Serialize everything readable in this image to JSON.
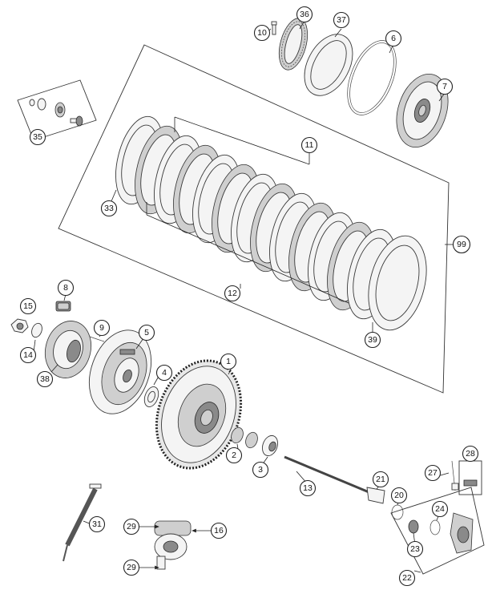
{
  "callouts": [
    {
      "label": "1"
    },
    {
      "label": "2"
    },
    {
      "label": "3"
    },
    {
      "label": "4"
    },
    {
      "label": "5"
    },
    {
      "label": "6"
    },
    {
      "label": "7"
    },
    {
      "label": "8"
    },
    {
      "label": "9"
    },
    {
      "label": "10"
    },
    {
      "label": "11"
    },
    {
      "label": "12"
    },
    {
      "label": "13"
    },
    {
      "label": "14"
    },
    {
      "label": "15"
    },
    {
      "label": "16"
    },
    {
      "label": "20"
    },
    {
      "label": "21"
    },
    {
      "label": "22"
    },
    {
      "label": "23"
    },
    {
      "label": "24"
    },
    {
      "label": "27"
    },
    {
      "label": "28"
    },
    {
      "label": "29"
    },
    {
      "label": "29"
    },
    {
      "label": "31"
    },
    {
      "label": "33"
    },
    {
      "label": "35"
    },
    {
      "label": "36"
    },
    {
      "label": "37"
    },
    {
      "label": "38"
    },
    {
      "label": "39"
    },
    {
      "label": "99"
    }
  ]
}
